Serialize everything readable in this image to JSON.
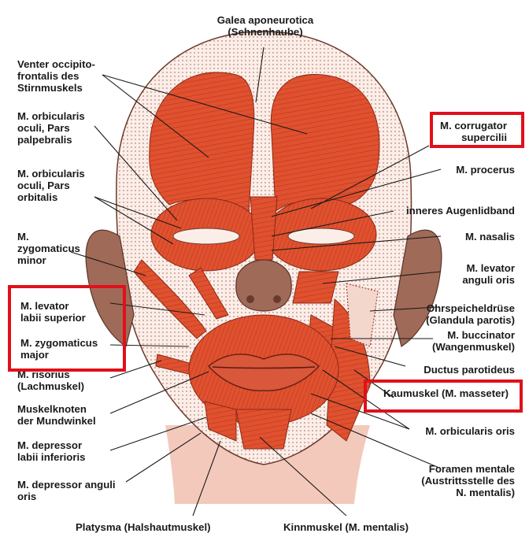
{
  "labels": {
    "galea": "Galea aponeurotica\n(Sehnenhaube)",
    "venter": "Venter occipito-\nfrontalis des\nStirnmuskels",
    "orb_oculi_palp": "M. orbicularis\noculi, Pars\npalpebralis",
    "orb_oculi_orb": "M. orbicularis\noculi, Pars\norbitalis",
    "zyg_minor": "M.\nzygomaticus\nminor",
    "lev_labii": "M. levator\nlabii superior",
    "zyg_major": "M. zygomaticus\nmajor",
    "risorius": "M. risorius\n(Lachmuskel)",
    "muskelknoten": "Muskelknoten\nder Mundwinkel",
    "dep_labii": "M. depressor\nlabii inferioris",
    "dep_anguli": "M. depressor anguli\noris",
    "platysma": "Platysma (Halshautmuskel)",
    "kinnmuskel": "Kinnmuskel (M. mentalis)",
    "corrugator": "M. corrugator\nsupercilii",
    "procerus": "M. procerus",
    "augenlidband": "inneres Augenlidband",
    "nasalis": "M. nasalis",
    "lev_anguli": "M. levator\nanguli oris",
    "ohrspeichel": "Ohrspeicheldrüse\n(Glandula parotis)",
    "buccinator": "M. buccinator\n(Wangenmuskel)",
    "ductus": "Ductus parotideus",
    "kaumuskel": "Kaumuskel (M. masseter)",
    "orb_oris": "M. orbicularis oris",
    "foramen": "Foramen mentale\n(Austrittsstelle des\nN. mentalis)"
  },
  "colors": {
    "muscle": "#e0512f",
    "muscle_line": "#b8351c",
    "skin": "#f6d9cf",
    "ear": "#a06a58",
    "highlight": "#e0101a"
  }
}
